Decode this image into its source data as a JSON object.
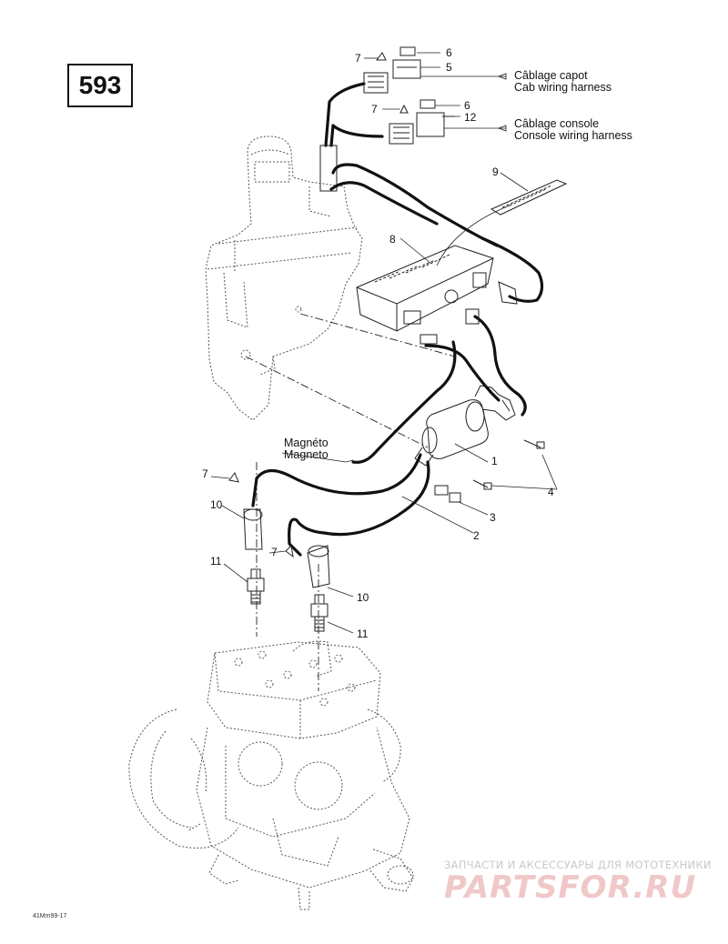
{
  "page_number": "593",
  "labels": {
    "cab_harness_fr": "Câblage capot",
    "cab_harness_en": "Cab wiring harness",
    "console_harness_fr": "Câblage console",
    "console_harness_en": "Console wiring harness",
    "magneto_fr": "Magnéto",
    "magneto_en": "Magneto"
  },
  "callouts": [
    {
      "id": "c7a",
      "text": "7"
    },
    {
      "id": "c6a",
      "text": "6"
    },
    {
      "id": "c5",
      "text": "5"
    },
    {
      "id": "c7b",
      "text": "7"
    },
    {
      "id": "c6b",
      "text": "6"
    },
    {
      "id": "c12",
      "text": "12"
    },
    {
      "id": "c9",
      "text": "9"
    },
    {
      "id": "c8",
      "text": "8"
    },
    {
      "id": "c1",
      "text": "1"
    },
    {
      "id": "c4",
      "text": "4"
    },
    {
      "id": "c3",
      "text": "3"
    },
    {
      "id": "c2",
      "text": "2"
    },
    {
      "id": "c7c",
      "text": "7"
    },
    {
      "id": "c10a",
      "text": "10"
    },
    {
      "id": "c11a",
      "text": "11"
    },
    {
      "id": "c7d",
      "text": "7"
    },
    {
      "id": "c10b",
      "text": "10"
    },
    {
      "id": "c11b",
      "text": "11"
    }
  ],
  "reference_code": "41Mm99-17",
  "watermark": {
    "tagline": "ЗАПЧАСТИ И АКСЕССУАРЫ ДЛЯ МОТОТЕХНИКИ",
    "logo": "PARTSFOR.RU"
  }
}
